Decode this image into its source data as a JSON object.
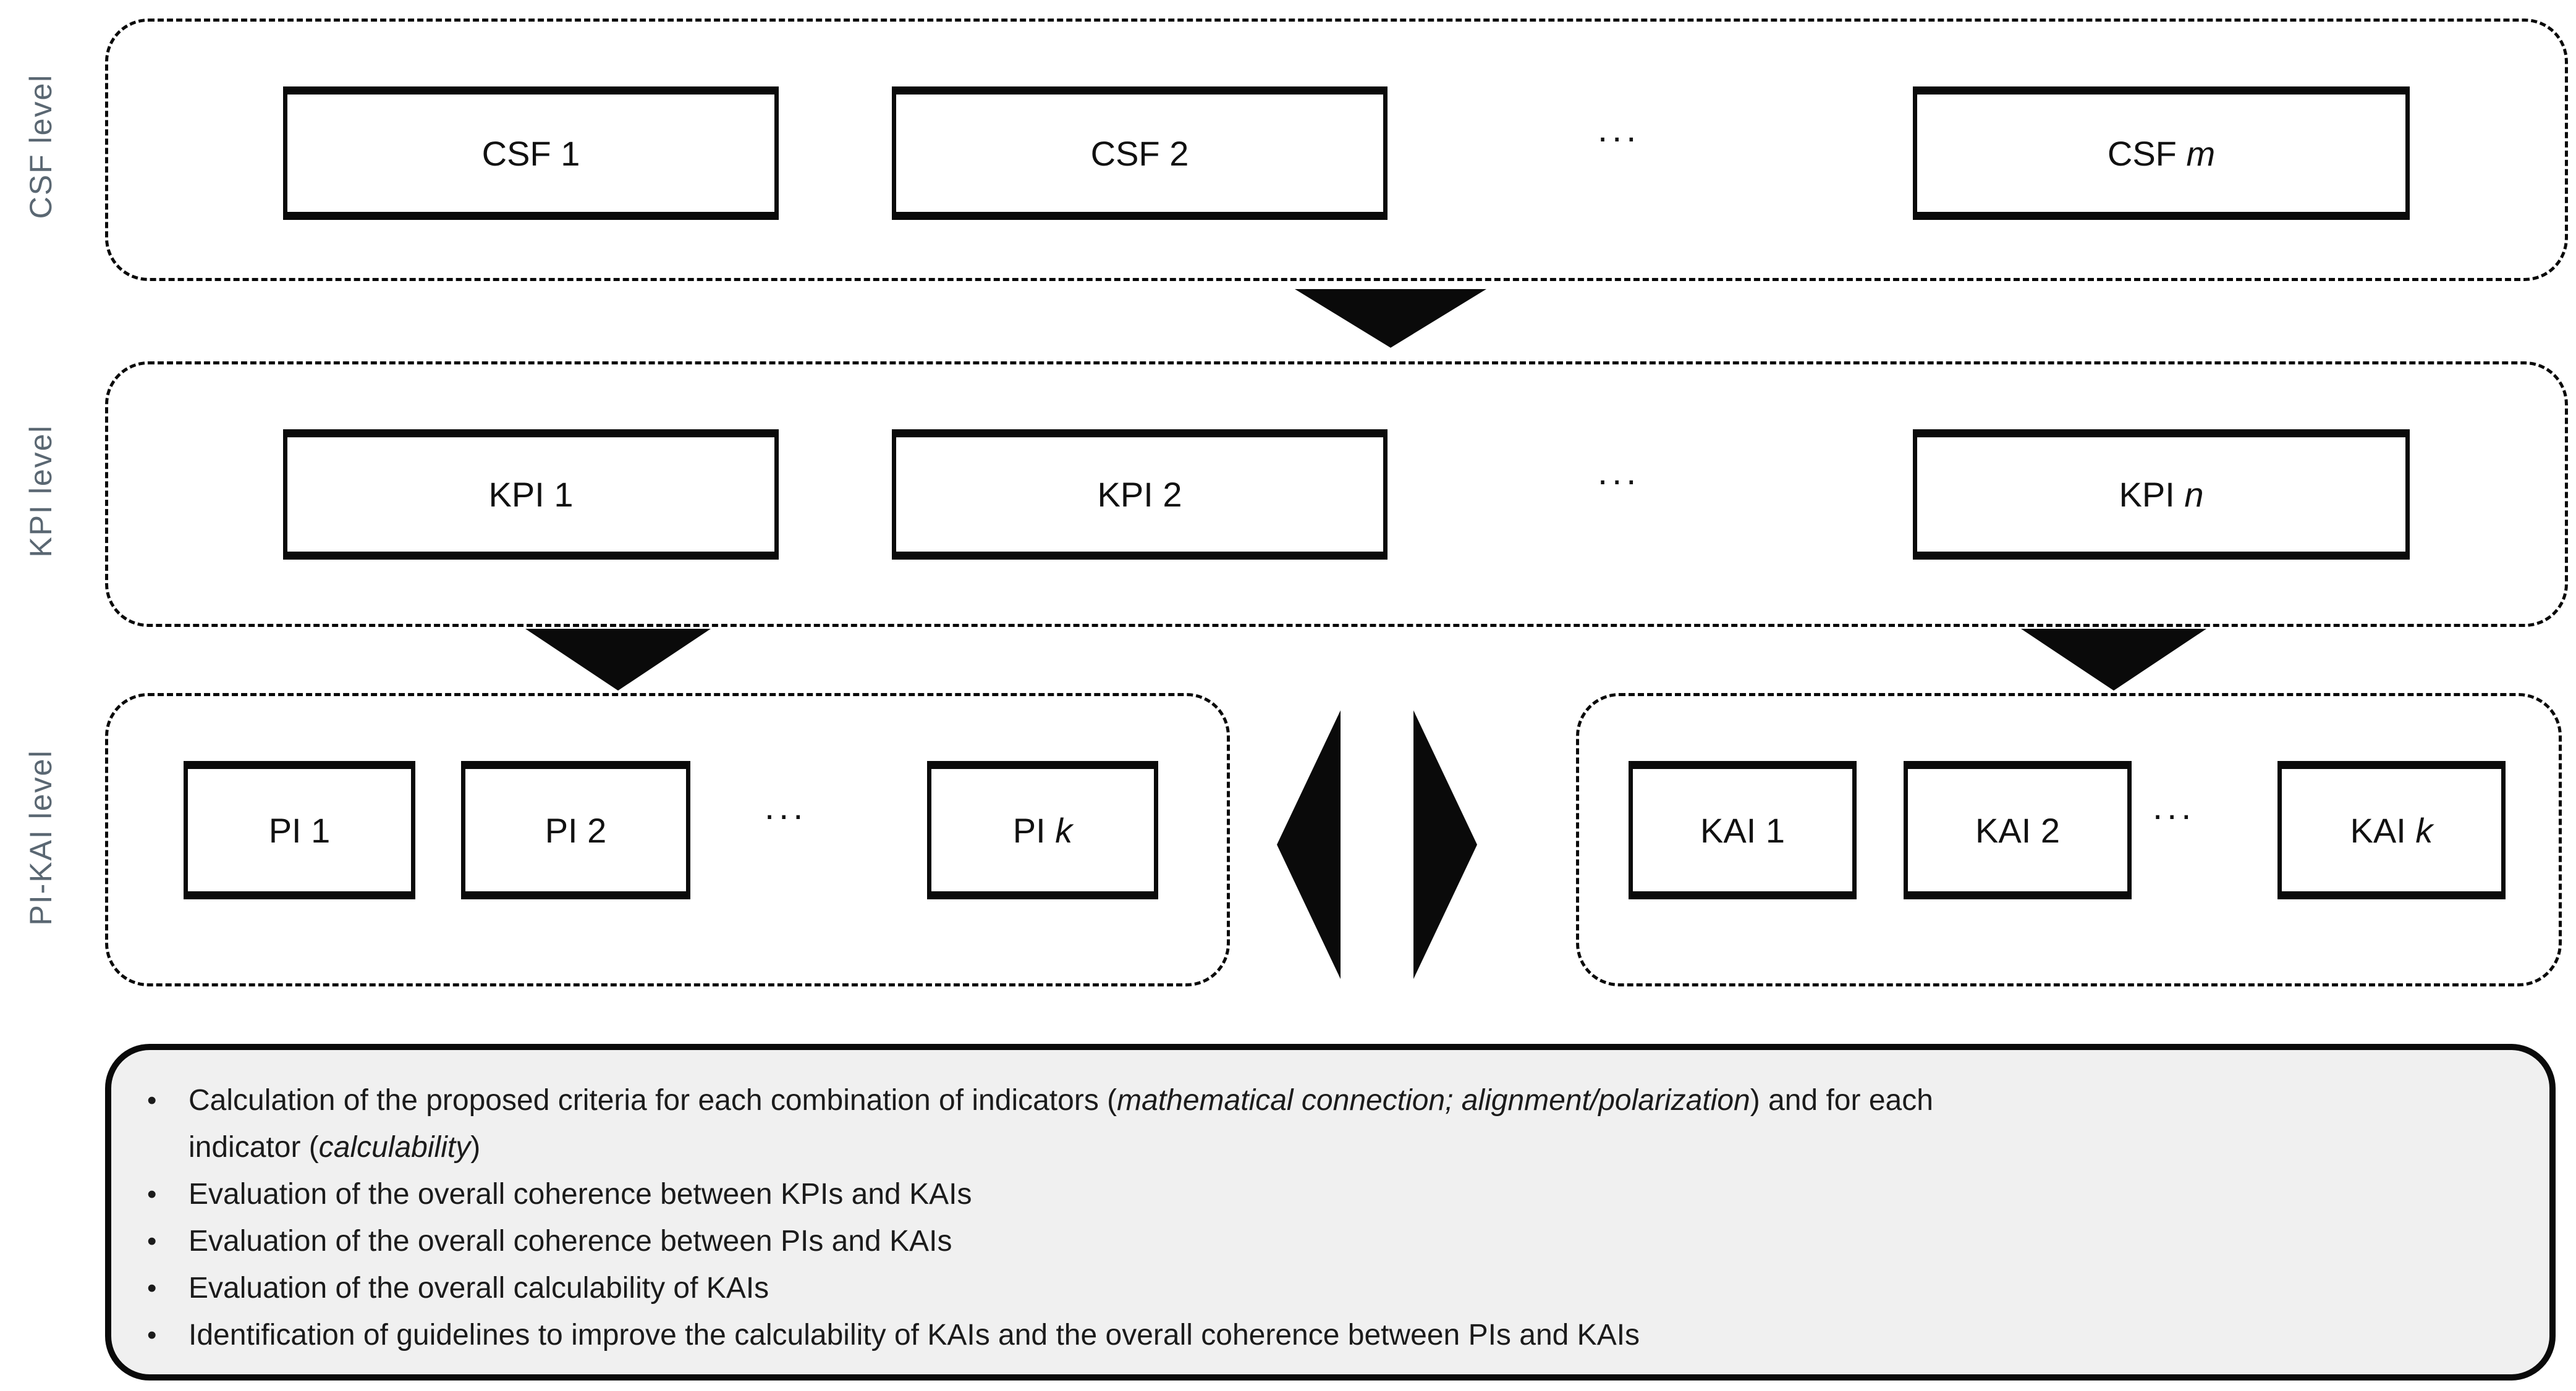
{
  "levels": {
    "csf": "CSF level",
    "kpi": "KPI level",
    "pi_kai": "PI-KAI level"
  },
  "csf_row": {
    "box1": "CSF 1",
    "box2": "CSF 2",
    "dots": "...",
    "last_prefix": "CSF ",
    "last_var": "m"
  },
  "kpi_row": {
    "box1": "KPI 1",
    "box2": "KPI 2",
    "dots": "...",
    "last_prefix": "KPI ",
    "last_var": "n"
  },
  "pi_group": {
    "box1": "PI 1",
    "box2": "PI 2",
    "dots": "...",
    "last_prefix": "PI ",
    "last_var": "k"
  },
  "kai_group": {
    "box1": "KAI 1",
    "box2": "KAI 2",
    "dots": "...",
    "last_prefix": "KAI ",
    "last_var": "k"
  },
  "notes": {
    "bullet_marker": "•",
    "b1_s1": "Calculation of the proposed criteria for each combination of indicators (",
    "b1_i1": "mathematical connection; alignment/polarization",
    "b1_s2": ") and for each",
    "b1_s3": "indicator (",
    "b1_i2": "calculability",
    "b1_s4": ")",
    "b2": "Evaluation of the overall coherence between KPIs and KAIs",
    "b3": "Evaluation of the overall coherence between PIs and KAIs",
    "b4": "Evaluation of the overall calculability of KAIs",
    "b5": "Identification of guidelines to improve the calculability of KAIs and the overall coherence between PIs and KAIs"
  },
  "icons": {
    "down_arrow": "black filled triangle pointing down",
    "left_arrow": "black filled triangle pointing left",
    "right_arrow": "black filled triangle pointing right"
  },
  "colors": {
    "label_gray": "#5a6772",
    "ink": "#0a0a0a",
    "note_fill": "#f0f0f0",
    "background": "#ffffff"
  }
}
